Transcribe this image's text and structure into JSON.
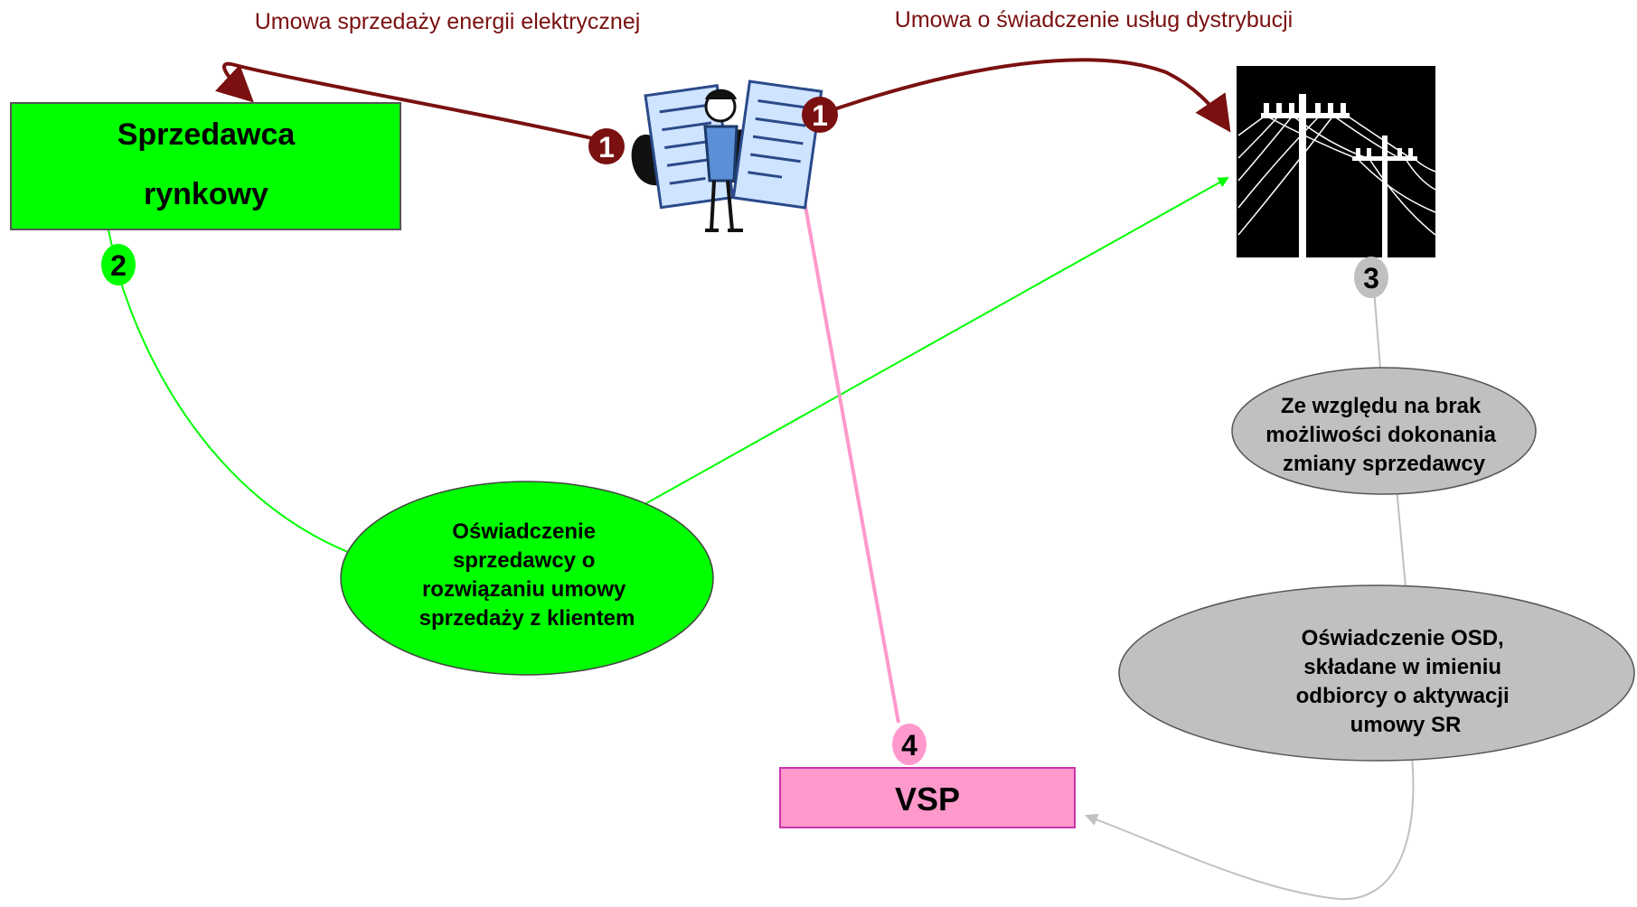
{
  "labels": {
    "sales_contract": "Umowa sprzedaży energii elektrycznej",
    "distribution_contract": "Umowa o świadczenie usług dystrybucji"
  },
  "seller_box": {
    "line1": "Sprzedawca",
    "line2": "rynkowy"
  },
  "vsp_box": {
    "label": "VSP"
  },
  "badges": {
    "b1": "1",
    "b2": "2",
    "b3": "3",
    "b4": "4"
  },
  "green_ellipse": {
    "lines": [
      "Oświadczenie",
      "sprzedawcy o",
      "rozwiązaniu umowy",
      "sprzedaży z klientem"
    ]
  },
  "gray_ellipse_top": {
    "lines": [
      "Ze względu na brak",
      "możliwości dokonania",
      "zmiany sprzedawcy"
    ]
  },
  "gray_ellipse_bottom": {
    "lines": [
      "Oświadczenie OSD,",
      "składane w imieniu",
      "odbiorcy o aktywacji",
      "umowy SR"
    ]
  },
  "icons": {
    "client": "client-contracts-icon",
    "grid": "power-lines-icon"
  },
  "colors": {
    "dark_red": "#7a1010",
    "green": "#00ff00",
    "pink": "#ff99cc",
    "gray": "#c0c0c0",
    "text": "#000000"
  }
}
